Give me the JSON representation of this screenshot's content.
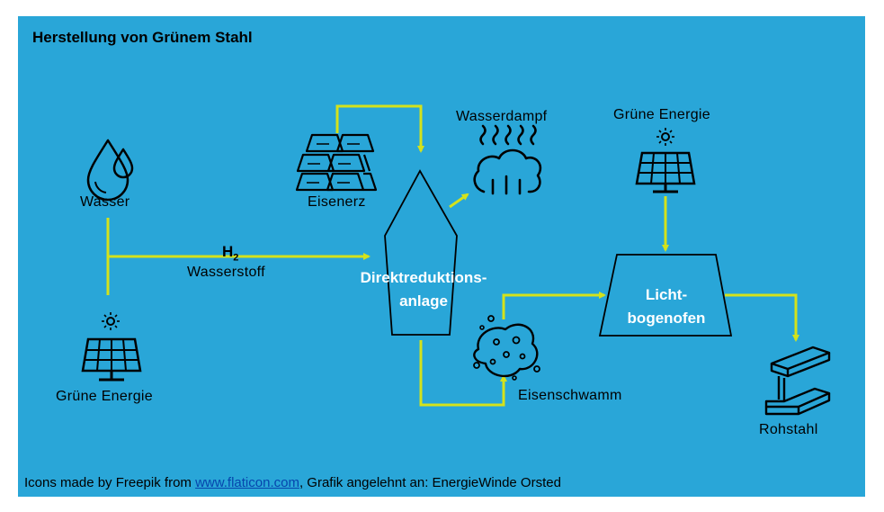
{
  "title": "Herstellung von Grünem Stahl",
  "nodes": {
    "wasser": "Wasser",
    "gruene_energie_left": "Grüne Energie",
    "h2_symbol": "H",
    "h2_subscript": "2",
    "wasserstoff": "Wasserstoff",
    "eisenerz": "Eisenerz",
    "wasserdampf": "Wasserdampf",
    "direktreduktion_line1": "Direktreduktions-",
    "direktreduktion_line2": "anlage",
    "eisenschwamm": "Eisenschwamm",
    "gruene_energie_right": "Grüne Energie",
    "lichtbogen_line1": "Licht-",
    "lichtbogen_line2": "bogenofen",
    "rohstahl": "Rohstahl"
  },
  "credit": {
    "prefix": "Icons made by Freepik from ",
    "link": "www.flaticon.com",
    "suffix": ", Grafik angelehnt an: EnergieWinde Orsted"
  },
  "colors": {
    "background": "#29a6d8",
    "arrow": "#d4e21b",
    "icon": "#000000",
    "process_text": "#ffffff"
  }
}
